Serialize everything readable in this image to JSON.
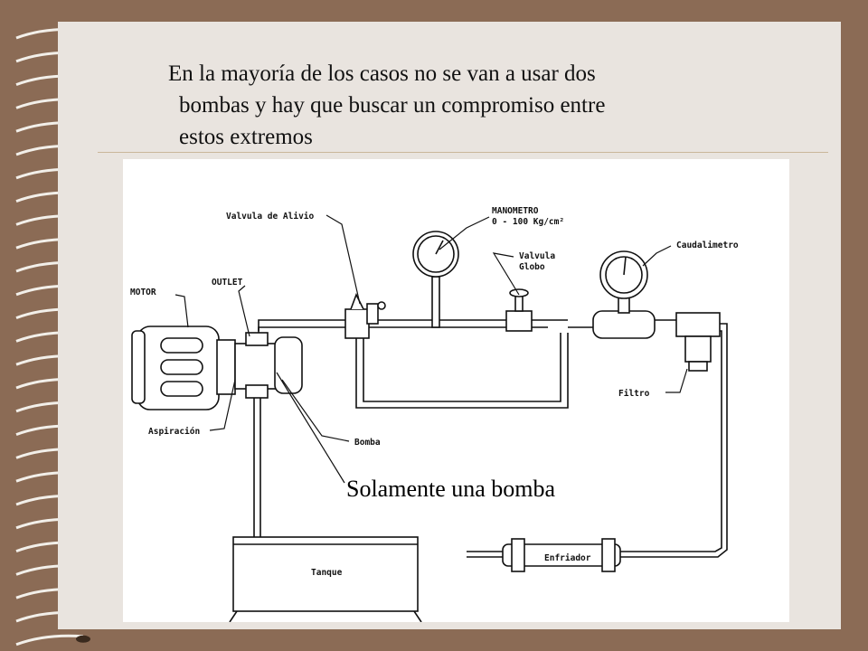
{
  "slide": {
    "title_lines": [
      "En la mayoría de los casos no se van a usar dos",
      "bombas y hay que buscar un compromiso entre",
      "estos extremos"
    ],
    "callout": "Solamente una bomba"
  },
  "diagram": {
    "labels": {
      "valvula_alivio": "Valvula de Alivio",
      "manometro_1": "MANOMETRO",
      "manometro_2": "0 - 100 Kg/cm²",
      "valvula_globo_1": "Valvula",
      "valvula_globo_2": "Globo",
      "caudalimetro": "Caudalimetro",
      "motor": "MOTOR",
      "outlet": "OUTLET",
      "filtro": "Filtro",
      "aspiracion": "Aspiración",
      "bomba": "Bomba",
      "tanque": "Tanque",
      "enfriador": "Enfriador"
    }
  },
  "colors": {
    "border": "#8b6b55",
    "slide_bg": "#e9e4df",
    "rule": "#c9b79a"
  }
}
